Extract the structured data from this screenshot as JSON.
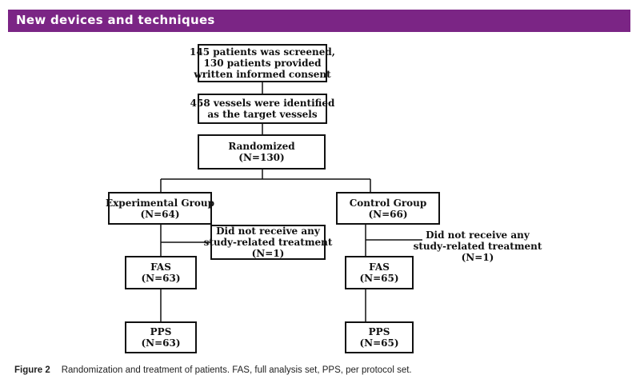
{
  "header": {
    "title": "New devices and techniques",
    "color": "#7b2585"
  },
  "flowchart": {
    "screened": [
      "145 patients was screened,",
      "130 patients provided",
      "written informed consent"
    ],
    "vessels": [
      "458 vessels were identified",
      "as the target vessels"
    ],
    "randomized": [
      "Randomized",
      "(N=130)"
    ],
    "experimental": {
      "group": [
        "Experimental Group",
        "(N=64)"
      ],
      "excluded": [
        "Did not receive any",
        "study-related treatment",
        "(N=1)"
      ],
      "fas": [
        "FAS",
        "(N=63)"
      ],
      "pps": [
        "PPS",
        "(N=63)"
      ]
    },
    "control": {
      "group": [
        "Control Group",
        "(N=66)"
      ],
      "excluded": [
        "Did not receive any",
        "study-related treatment",
        "(N=1)"
      ],
      "fas": [
        "FAS",
        "(N=65)"
      ],
      "pps": [
        "PPS",
        "(N=65)"
      ]
    }
  },
  "caption": {
    "label": "Figure 2",
    "text": "Randomization and treatment of patients. FAS, full analysis set, PPS, per protocol set."
  }
}
